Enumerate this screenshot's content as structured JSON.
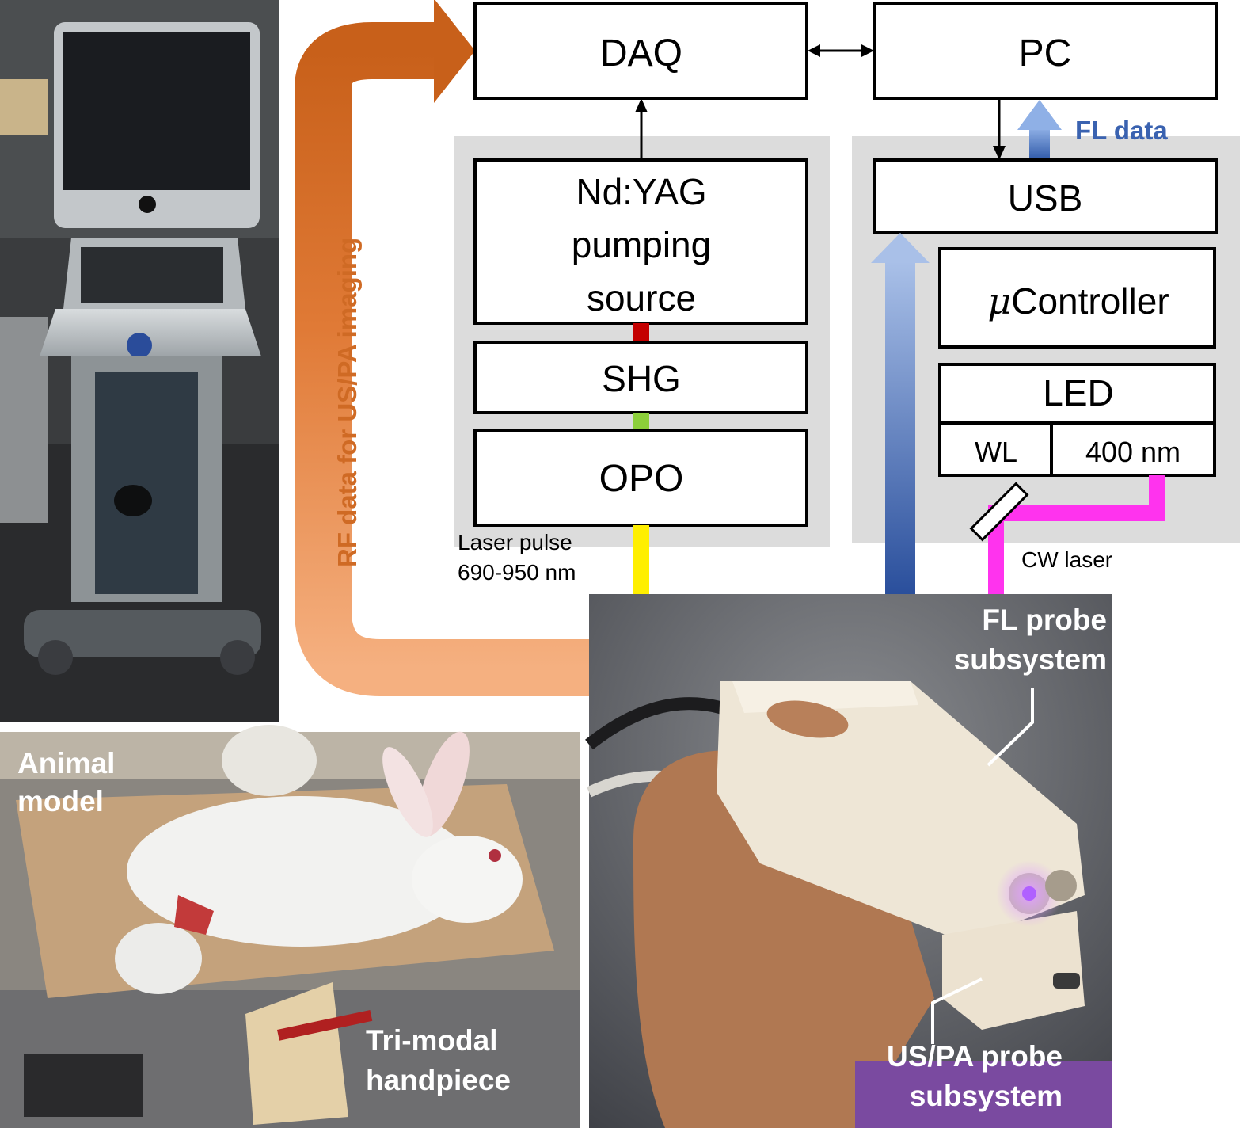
{
  "blocks": {
    "daq": "DAQ",
    "pc": "PC",
    "ndyag_line1": "Nd:YAG",
    "ndyag_line2": "pumping",
    "ndyag_line3": "source",
    "shg": "SHG",
    "opo": "OPO",
    "usb": "USB",
    "mu_symbol": "μ",
    "controller_text": "Controller",
    "led": "LED",
    "wl": "WL",
    "nm400": "400 nm"
  },
  "annotations": {
    "fl_data": "FL data",
    "rf_data": "RF data for US/PA imaging",
    "laser_pulse_line1": "Laser pulse",
    "laser_pulse_line2": "690-950 nm",
    "cw_laser": "CW laser"
  },
  "photo_labels": {
    "fl_probe_line1": "FL probe",
    "fl_probe_line2": "subsystem",
    "uspa_probe_line1": "US/PA probe",
    "uspa_probe_line2": "subsystem",
    "animal_line1": "Animal",
    "animal_line2": "model",
    "trimodal_line1": "Tri-modal",
    "trimodal_line2": "handpiece"
  },
  "colors": {
    "rf_arrow": "#c8601a",
    "fl_arrow": "#3a62b0",
    "laser_yellow": "#ffef00",
    "cw_magenta": "#ff33ee",
    "shg_red": "#c40000",
    "shg_green": "#8ccf3a",
    "panel_gray": "#dcdcdc"
  }
}
